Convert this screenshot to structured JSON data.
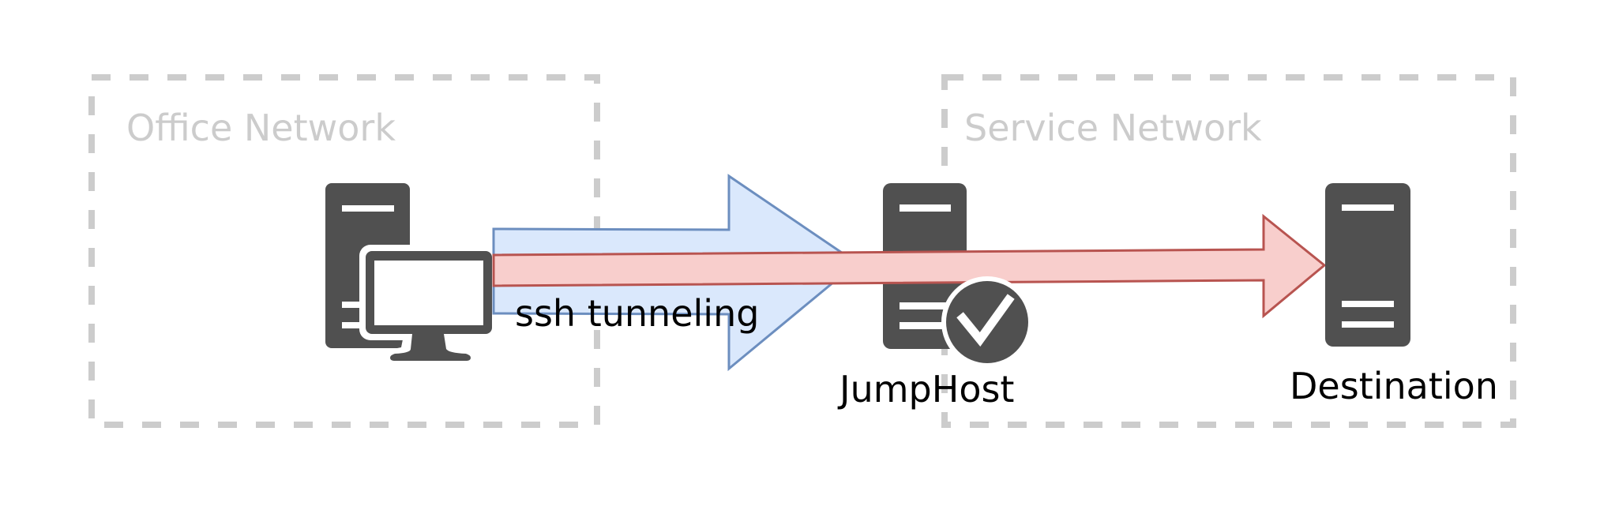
{
  "diagram": {
    "groups": [
      {
        "id": "office",
        "label": "Office Network",
        "border_color": "#cccccc"
      },
      {
        "id": "service",
        "label": "Service Network",
        "border_color": "#cccccc"
      }
    ],
    "nodes": [
      {
        "id": "client",
        "icon": "desktop-computer-icon",
        "label": "",
        "group": "office"
      },
      {
        "id": "jumphost",
        "icon": "server-check-icon",
        "label": "JumpHost",
        "group": "service"
      },
      {
        "id": "destination",
        "icon": "server-icon",
        "label": "Destination",
        "group": "service"
      }
    ],
    "edges": [
      {
        "id": "ssh-tunnel",
        "from": "client",
        "to": "jumphost",
        "label": "ssh tunneling",
        "style": "block-arrow",
        "fill": "#dae8fc",
        "stroke": "#6c8ebf"
      },
      {
        "id": "forwarded-connection",
        "from": "client",
        "to": "destination",
        "label": "",
        "style": "block-arrow",
        "fill": "#f8cecc",
        "stroke": "#b85450"
      }
    ],
    "icon_color": "#505050"
  }
}
